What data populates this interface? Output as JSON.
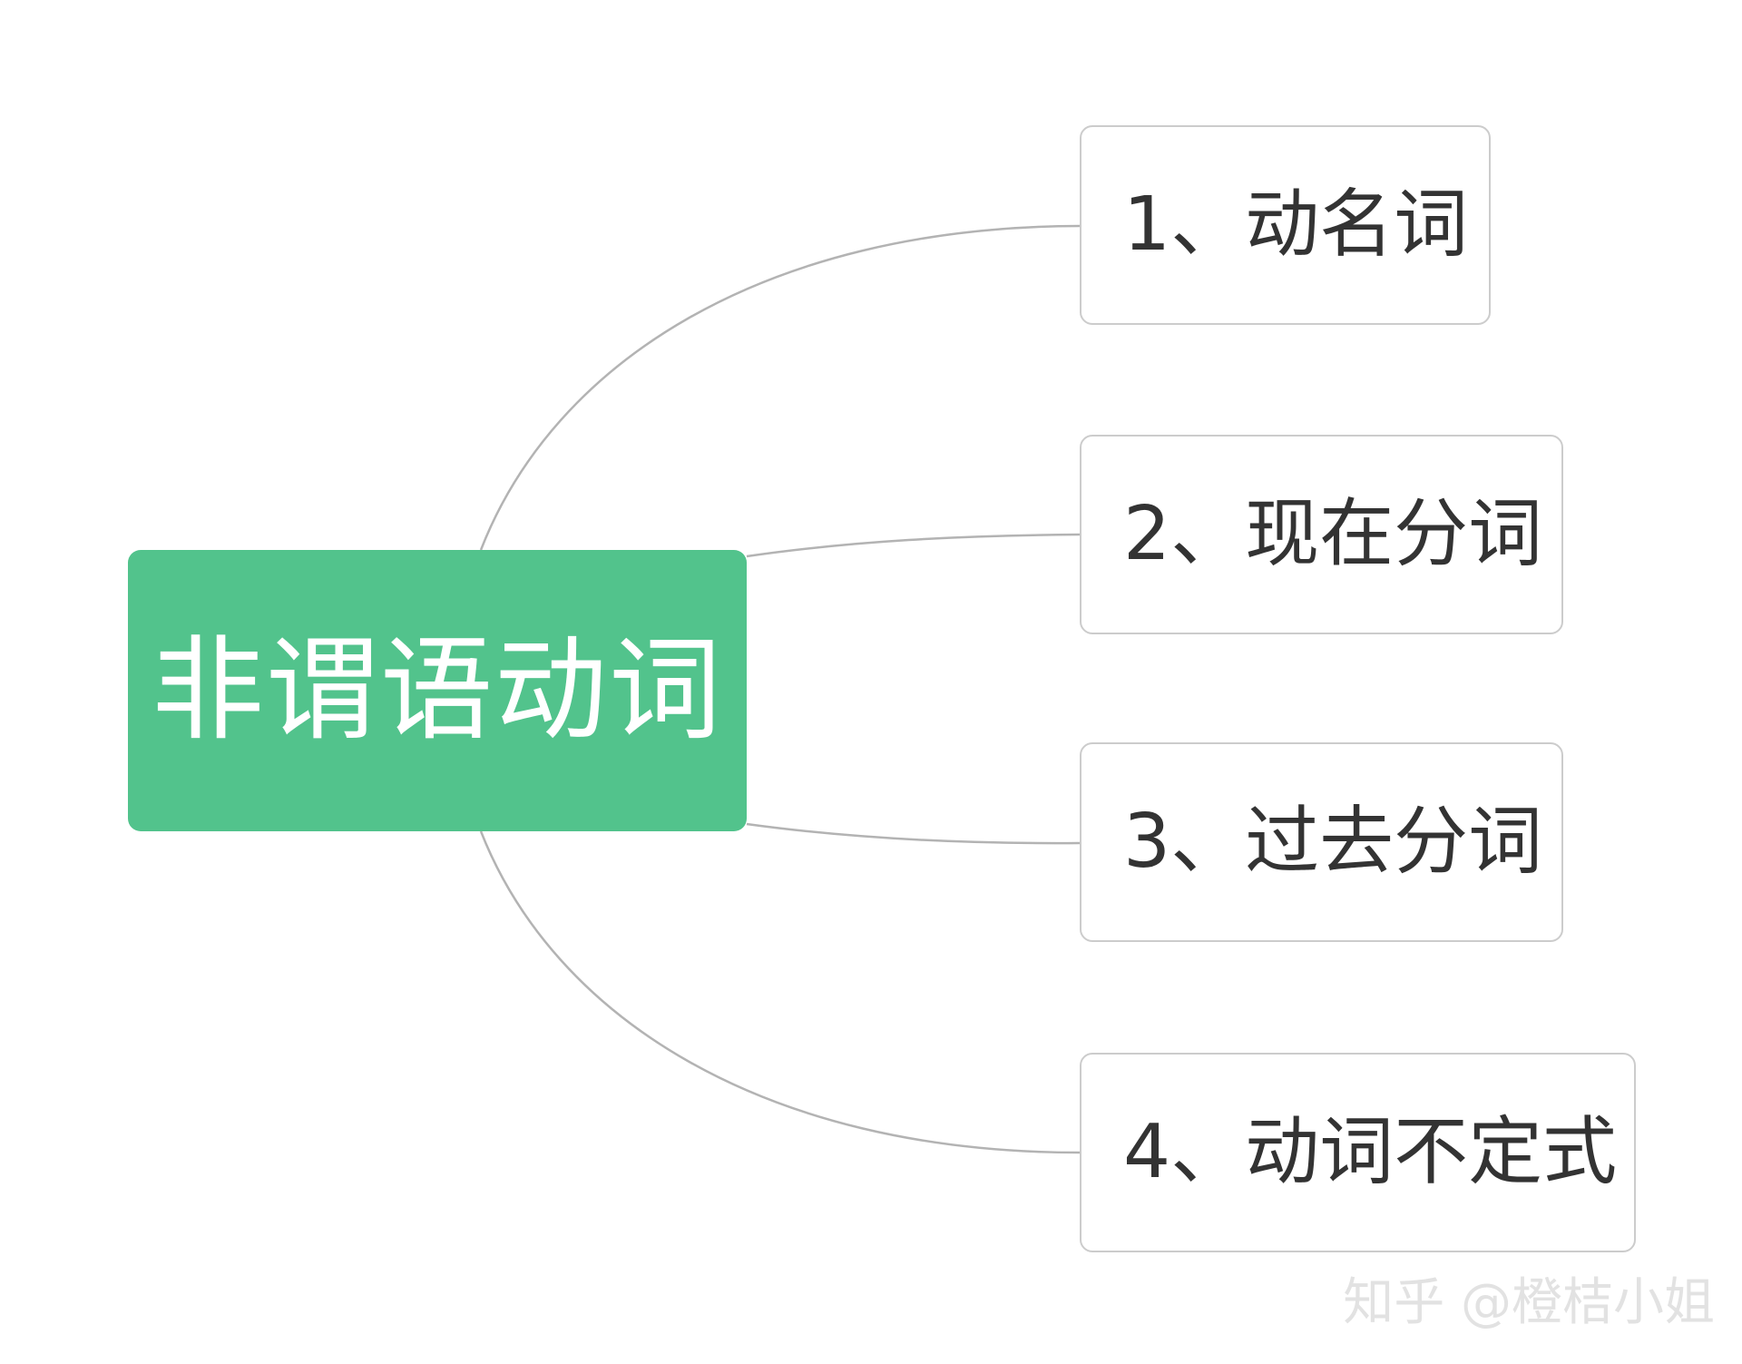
{
  "root": {
    "label": "非谓语动词",
    "color": "#52c38c"
  },
  "children": [
    {
      "label": "1、动名词"
    },
    {
      "label": "2、现在分词"
    },
    {
      "label": "3、过去分词"
    },
    {
      "label": "4、动词不定式"
    }
  ],
  "connector_color": "#b3b3b3",
  "watermark": "知乎 @橙桔小姐"
}
